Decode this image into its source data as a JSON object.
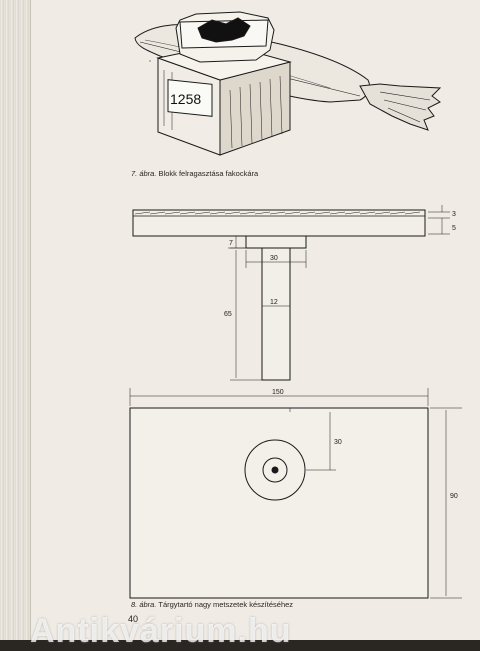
{
  "figure7": {
    "block_label": "1258",
    "caption_number": "7. ábra.",
    "caption_text": "Blokk felragasztása fakockára"
  },
  "figure8": {
    "dim_top_thickness": "3",
    "dim_plate_thickness": "5",
    "dim_neck": "7",
    "dim_flange_width": "30",
    "dim_stem_height": "65",
    "dim_stem_width": "12",
    "dim_plate_width": "150",
    "dim_plate_height": "90",
    "dim_hole_offset": "30",
    "caption_number": "8. ábra.",
    "caption_text": "Tárgytartó nagy metszetek készítéséhez"
  },
  "page_number": "40",
  "watermark": "Antikvárium.hu"
}
